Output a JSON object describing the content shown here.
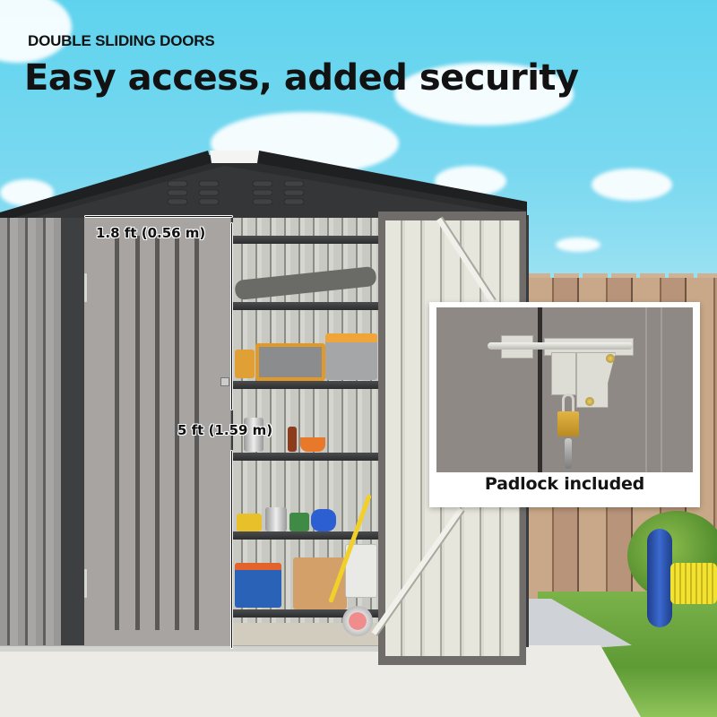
{
  "header": {
    "eyebrow": "DOUBLE SLIDING DOORS",
    "headline": "Easy access, added security"
  },
  "dimensions": {
    "door_width": "1.8 ft (0.56 m)",
    "door_height": "5 ft (1.59 m)"
  },
  "callout": {
    "label": "Padlock included"
  },
  "scene": {
    "subject": "metal storage shed with double doors, one open",
    "colors": {
      "sky": "#6ed6ef",
      "roof": "#2d2e30",
      "left_door": "#a7a4a2",
      "right_door_panel": "#e7e6dc",
      "right_door_frame": "#6f6c69",
      "padlock": "#d4a234",
      "fence": "#c8a888",
      "grass": "#6ea63f",
      "concrete": "#ecebe6"
    }
  }
}
